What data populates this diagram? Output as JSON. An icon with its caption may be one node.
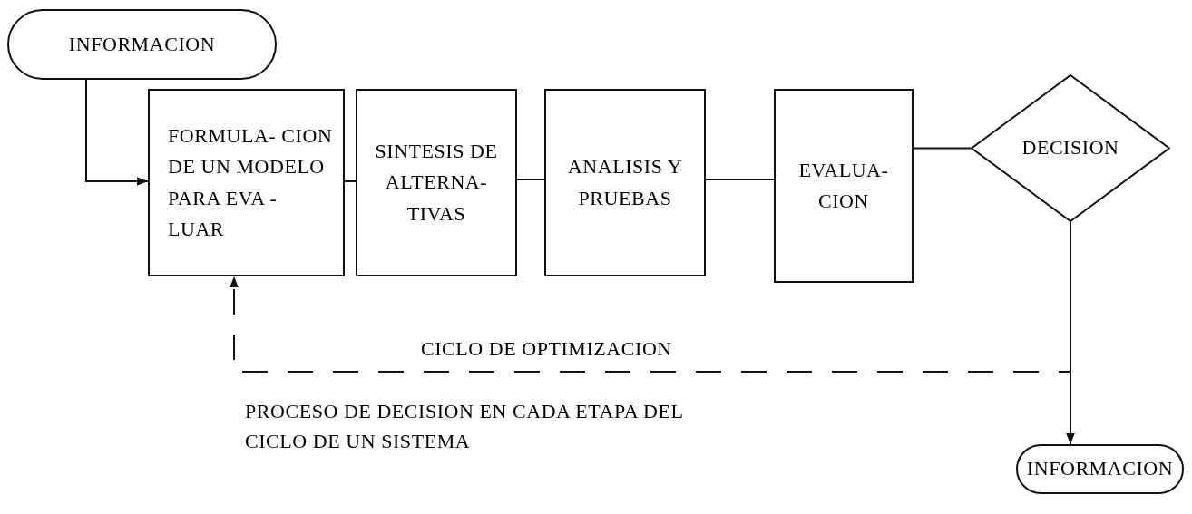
{
  "diagram": {
    "caption": "PROCESO DE DECISION EN CADA ETAPA DEL CICLO DE UN SISTEMA",
    "nodes": [
      {
        "text": [
          "INFORMACION"
        ]
      },
      {
        "text": [
          "FORMULA- CION DE UN MODELO PARA EVA - LUAR"
        ]
      },
      {
        "text": [
          "SINTESIS DE ALTERNA- TIVAS"
        ]
      },
      {
        "text": [
          "ANALISIS Y PRUEBAS"
        ]
      },
      {
        "text": [
          "EVALUA- CION"
        ]
      },
      {
        "text": [
          "DECISION"
        ]
      },
      {
        "text": [
          "INFORMACION"
        ]
      }
    ],
    "edges": [
      {
        "from": 0,
        "to": 1,
        "arrow": "to"
      },
      {
        "from": 1,
        "to": 2,
        "arrow": "none"
      },
      {
        "from": 2,
        "to": 3,
        "arrow": "none"
      },
      {
        "from": 3,
        "to": 4,
        "arrow": "none"
      },
      {
        "from": 4,
        "to": 5,
        "arrow": "none"
      },
      {
        "from": 5,
        "to": 6,
        "arrow": "to"
      },
      {
        "from": 5,
        "to": 1,
        "arrow": "to",
        "style": "dashed",
        "label": "CICLO DE OPTIMIZACION"
      }
    ]
  }
}
